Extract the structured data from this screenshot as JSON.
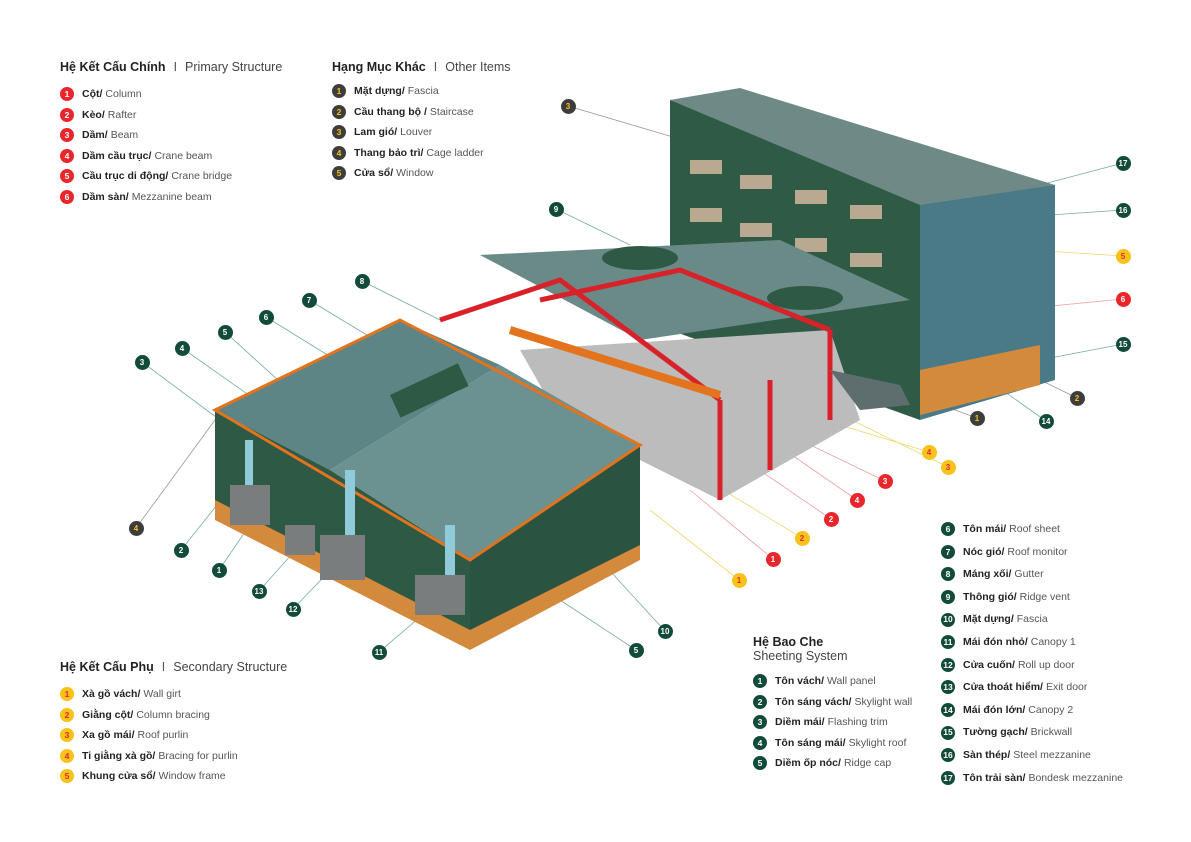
{
  "primary": {
    "title_vi": "Hệ Kết Cấu Chính",
    "title_en": "Primary Structure",
    "items": [
      {
        "n": "1",
        "vi": "Cột/",
        "en": "Column"
      },
      {
        "n": "2",
        "vi": "Kèo/",
        "en": "Rafter"
      },
      {
        "n": "3",
        "vi": "Dầm/",
        "en": "Beam"
      },
      {
        "n": "4",
        "vi": "Dầm cầu trục/",
        "en": "Crane beam"
      },
      {
        "n": "5",
        "vi": "Cầu trục di động/",
        "en": "Crane bridge"
      },
      {
        "n": "6",
        "vi": "Dầm sàn/",
        "en": "Mezzanine beam"
      }
    ]
  },
  "other": {
    "title_vi": "Hạng Mục Khác",
    "title_en": "Other Items",
    "items": [
      {
        "n": "1",
        "vi": "Mặt dựng/",
        "en": "Fascia"
      },
      {
        "n": "2",
        "vi": "Cầu thang bộ /",
        "en": "Staircase"
      },
      {
        "n": "3",
        "vi": "Lam gió/",
        "en": "Louver"
      },
      {
        "n": "4",
        "vi": "Thang bảo trì/",
        "en": "Cage ladder"
      },
      {
        "n": "5",
        "vi": "Cửa sổ/",
        "en": "Window"
      }
    ]
  },
  "secondary": {
    "title_vi": "Hệ Kết Cấu Phụ",
    "title_en": "Secondary Structure",
    "items": [
      {
        "n": "1",
        "vi": "Xà gồ vách/",
        "en": "Wall girt"
      },
      {
        "n": "2",
        "vi": "Giằng cột/",
        "en": "Column bracing"
      },
      {
        "n": "3",
        "vi": "Xa gồ mái/",
        "en": "Roof purlin"
      },
      {
        "n": "4",
        "vi": "Ti giằng xà gồ/",
        "en": "Bracing for purlin"
      },
      {
        "n": "5",
        "vi": "Khung cửa sổ/",
        "en": "Window frame"
      }
    ]
  },
  "sheeting": {
    "title_vi": "Hệ Bao Che",
    "title_en": "Sheeting System",
    "items": [
      {
        "n": "1",
        "vi": "Tôn vách/",
        "en": "Wall panel"
      },
      {
        "n": "2",
        "vi": "Tôn sáng vách/",
        "en": "Skylight wall"
      },
      {
        "n": "3",
        "vi": "Diềm mái/",
        "en": "Flashing trim"
      },
      {
        "n": "4",
        "vi": "Tôn sáng mái/",
        "en": "Skylight roof"
      },
      {
        "n": "5",
        "vi": "Diềm ốp nóc/",
        "en": "Ridge cap"
      },
      {
        "n": "6",
        "vi": "Tôn mái/",
        "en": "Roof sheet"
      },
      {
        "n": "7",
        "vi": "Nóc gió/",
        "en": "Roof monitor"
      },
      {
        "n": "8",
        "vi": "Máng xối/",
        "en": "Gutter"
      },
      {
        "n": "9",
        "vi": "Thông gió/",
        "en": "Ridge vent"
      },
      {
        "n": "10",
        "vi": "Mặt dựng/",
        "en": "Fascia"
      },
      {
        "n": "11",
        "vi": "Mái đón nhỏ/",
        "en": "Canopy 1"
      },
      {
        "n": "12",
        "vi": "Cửa cuốn/",
        "en": "Roll up door"
      },
      {
        "n": "13",
        "vi": "Cửa thoát hiểm/",
        "en": "Exit door"
      },
      {
        "n": "14",
        "vi": "Mái đón lớn/",
        "en": "Canopy 2"
      },
      {
        "n": "15",
        "vi": "Tường gạch/",
        "en": "Brickwall"
      },
      {
        "n": "16",
        "vi": "Sàn thép/",
        "en": "Steel mezzanine"
      },
      {
        "n": "17",
        "vi": "Tôn trải sàn/",
        "en": "Bondesk mezzanine"
      }
    ]
  },
  "callouts": [
    {
      "n": "3",
      "type": "dark"
    },
    {
      "n": "1",
      "type": "dark"
    },
    {
      "n": "2",
      "type": "dark"
    },
    {
      "n": "4",
      "type": "dark"
    },
    {
      "n": "17",
      "type": "green"
    },
    {
      "n": "16",
      "type": "green"
    },
    {
      "n": "15",
      "type": "green"
    },
    {
      "n": "14",
      "type": "green"
    },
    {
      "n": "9",
      "type": "green"
    },
    {
      "n": "8",
      "type": "green"
    },
    {
      "n": "7",
      "type": "green"
    },
    {
      "n": "6",
      "type": "green"
    },
    {
      "n": "5",
      "type": "green"
    },
    {
      "n": "4",
      "type": "green"
    },
    {
      "n": "3",
      "type": "green"
    },
    {
      "n": "2",
      "type": "green"
    },
    {
      "n": "1",
      "type": "green"
    },
    {
      "n": "13",
      "type": "green"
    },
    {
      "n": "12",
      "type": "green"
    },
    {
      "n": "11",
      "type": "green"
    },
    {
      "n": "10",
      "type": "green"
    },
    {
      "n": "5",
      "type": "green"
    },
    {
      "n": "5",
      "type": "yel"
    },
    {
      "n": "4",
      "type": "yel"
    },
    {
      "n": "3",
      "type": "yel"
    },
    {
      "n": "2",
      "type": "yel"
    },
    {
      "n": "1",
      "type": "yel"
    },
    {
      "n": "6",
      "type": "red"
    },
    {
      "n": "3",
      "type": "red"
    },
    {
      "n": "4",
      "type": "red"
    },
    {
      "n": "2",
      "type": "red"
    },
    {
      "n": "1",
      "type": "red"
    }
  ],
  "colors": {
    "red": "#e8262c",
    "yellow": "#f7c21a",
    "dark": "#3d3d3d",
    "green": "#134b3b"
  }
}
